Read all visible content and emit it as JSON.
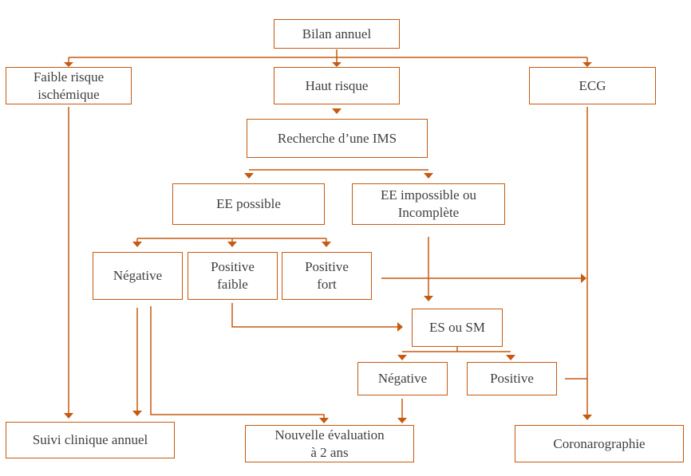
{
  "diagram": {
    "accent_color": "#c55a11",
    "nodes": {
      "bilan": "Bilan annuel",
      "faible": "Faible risque\nischémique",
      "haut": "Haut risque",
      "ecg": "ECG",
      "recherche": "Recherche d’une IMS",
      "ee_possible": "EE possible",
      "ee_impossible": "EE impossible ou\nIncomplète",
      "negative1": "Négative",
      "positive_faible": "Positive\nfaible",
      "positive_fort": "Positive\nfort",
      "es_sm": "ES ou SM",
      "negative2": "Négative",
      "positive2": "Positive",
      "suivi": "Suivi clinique annuel",
      "nouvelle": "Nouvelle évaluation\nà 2 ans",
      "coro": "Coronarographie"
    },
    "edges": [
      [
        "bilan",
        "faible"
      ],
      [
        "bilan",
        "haut"
      ],
      [
        "bilan",
        "ecg"
      ],
      [
        "haut",
        "recherche"
      ],
      [
        "recherche",
        "ee_possible"
      ],
      [
        "recherche",
        "ee_impossible"
      ],
      [
        "ee_possible",
        "negative1"
      ],
      [
        "ee_possible",
        "positive_faible"
      ],
      [
        "ee_possible",
        "positive_fort"
      ],
      [
        "ee_impossible",
        "es_sm"
      ],
      [
        "positive_faible",
        "es_sm"
      ],
      [
        "positive_fort",
        "coro"
      ],
      [
        "ecg",
        "coro"
      ],
      [
        "positive2",
        "coro"
      ],
      [
        "es_sm",
        "negative2"
      ],
      [
        "es_sm",
        "positive2"
      ],
      [
        "faible",
        "suivi"
      ],
      [
        "negative1",
        "suivi"
      ],
      [
        "negative1",
        "nouvelle"
      ],
      [
        "negative2",
        "nouvelle"
      ]
    ]
  }
}
